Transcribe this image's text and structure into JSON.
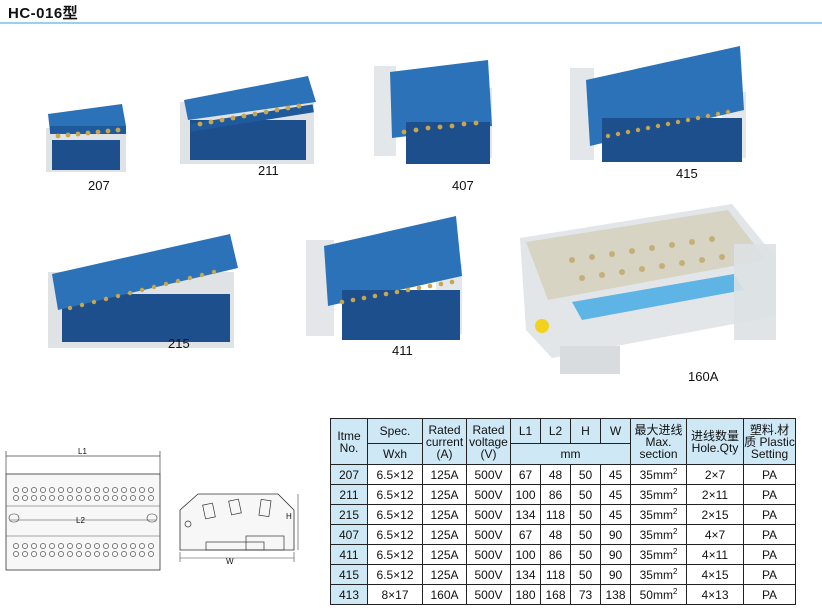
{
  "page": {
    "title": "HC-016型"
  },
  "products": [
    {
      "label": "207"
    },
    {
      "label": "211"
    },
    {
      "label": "407"
    },
    {
      "label": "415"
    },
    {
      "label": "215"
    },
    {
      "label": "411"
    },
    {
      "label": "160A"
    }
  ],
  "drawing": {
    "dim_l1": "L1",
    "dim_l2": "L2",
    "dim_w": "W",
    "dim_h": "H"
  },
  "table": {
    "h_item": "Itme No.",
    "h_spec": "Spec.",
    "h_spec_sub": "Wxh",
    "h_current": "Rated current (A)",
    "h_voltage": "Rated voltage (V)",
    "h_l1": "L1",
    "h_l2": "L2",
    "h_h": "H",
    "h_w": "W",
    "h_mm": "mm",
    "h_section": "最大进线 Max. section",
    "h_holes": "进线数量 Hole.Qty",
    "h_plastic": "塑料.材质 Plastic Setting",
    "unit_sup": "2",
    "rows": [
      {
        "item": "207",
        "spec": "6.5×12",
        "current": "125A",
        "voltage": "500V",
        "l1": "67",
        "l2": "48",
        "h": "50",
        "w": "45",
        "section": "35mm",
        "holes": "2×7",
        "plastic": "PA"
      },
      {
        "item": "211",
        "spec": "6.5×12",
        "current": "125A",
        "voltage": "500V",
        "l1": "100",
        "l2": "86",
        "h": "50",
        "w": "45",
        "section": "35mm",
        "holes": "2×11",
        "plastic": "PA"
      },
      {
        "item": "215",
        "spec": "6.5×12",
        "current": "125A",
        "voltage": "500V",
        "l1": "134",
        "l2": "118",
        "h": "50",
        "w": "45",
        "section": "35mm",
        "holes": "2×15",
        "plastic": "PA"
      },
      {
        "item": "407",
        "spec": "6.5×12",
        "current": "125A",
        "voltage": "500V",
        "l1": "67",
        "l2": "48",
        "h": "50",
        "w": "90",
        "section": "35mm",
        "holes": "4×7",
        "plastic": "PA"
      },
      {
        "item": "411",
        "spec": "6.5×12",
        "current": "125A",
        "voltage": "500V",
        "l1": "100",
        "l2": "86",
        "h": "50",
        "w": "90",
        "section": "35mm",
        "holes": "4×11",
        "plastic": "PA"
      },
      {
        "item": "415",
        "spec": "6.5×12",
        "current": "125A",
        "voltage": "500V",
        "l1": "134",
        "l2": "118",
        "h": "50",
        "w": "90",
        "section": "35mm",
        "holes": "4×15",
        "plastic": "PA"
      },
      {
        "item": "413",
        "spec": "8×17",
        "current": "160A",
        "voltage": "500V",
        "l1": "180",
        "l2": "168",
        "h": "73",
        "w": "138",
        "section": "50mm",
        "holes": "4×13",
        "plastic": "PA"
      }
    ]
  },
  "colors": {
    "blue": "#1f63a8",
    "header_bg": "#cfe8f6",
    "title_bar": "#9bd0ea"
  }
}
